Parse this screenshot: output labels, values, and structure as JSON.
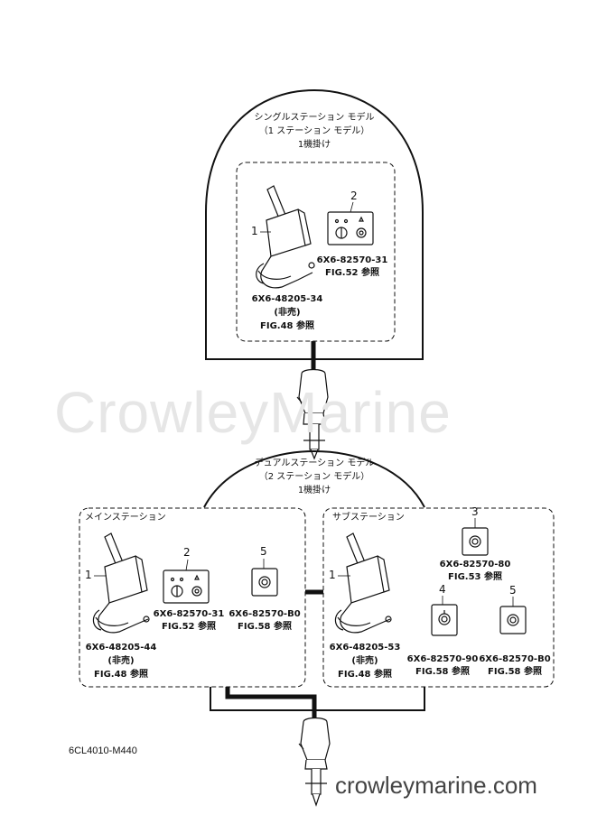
{
  "watermark": "CrowleyMarine",
  "brand_text": "crowleymarine.com",
  "drawing_code": "6CL4010-M440",
  "single": {
    "title_line1": "シングルステーション モデル",
    "title_line2": "（1 ステーション モデル）",
    "title_line3": "1機掛け",
    "part1": {
      "num": "1",
      "code": "6X6-48205-34",
      "note": "(非売)",
      "fig": "FIG.48 参照"
    },
    "part2": {
      "num": "2",
      "code": "6X6-82570-31",
      "fig": "FIG.52 参照"
    }
  },
  "dual": {
    "title_line1": "デュアルステーション モデル",
    "title_line2": "（2 ステーション モデル）",
    "title_line3": "1機掛け",
    "main": {
      "label": "メインステーション",
      "part1": {
        "num": "1",
        "code": "6X6-48205-44",
        "note": "(非売)",
        "fig": "FIG.48 参照"
      },
      "part2": {
        "num": "2",
        "code": "6X6-82570-31",
        "fig": "FIG.52 参照"
      },
      "part5": {
        "num": "5",
        "code": "6X6-82570-B0",
        "fig": "FIG.58 参照"
      }
    },
    "sub": {
      "label": "サブステーション",
      "part1": {
        "num": "1",
        "code": "6X6-48205-53",
        "note": "(非売)",
        "fig": "FIG.48 参照"
      },
      "part3": {
        "num": "3",
        "code": "6X6-82570-80",
        "fig": "FIG.53 参照"
      },
      "part4": {
        "num": "4",
        "code": "6X6-82570-90",
        "fig": "FIG.58 参照"
      },
      "part5": {
        "num": "5",
        "code": "6X6-82570-B0",
        "fig": "FIG.58 参照"
      }
    }
  }
}
